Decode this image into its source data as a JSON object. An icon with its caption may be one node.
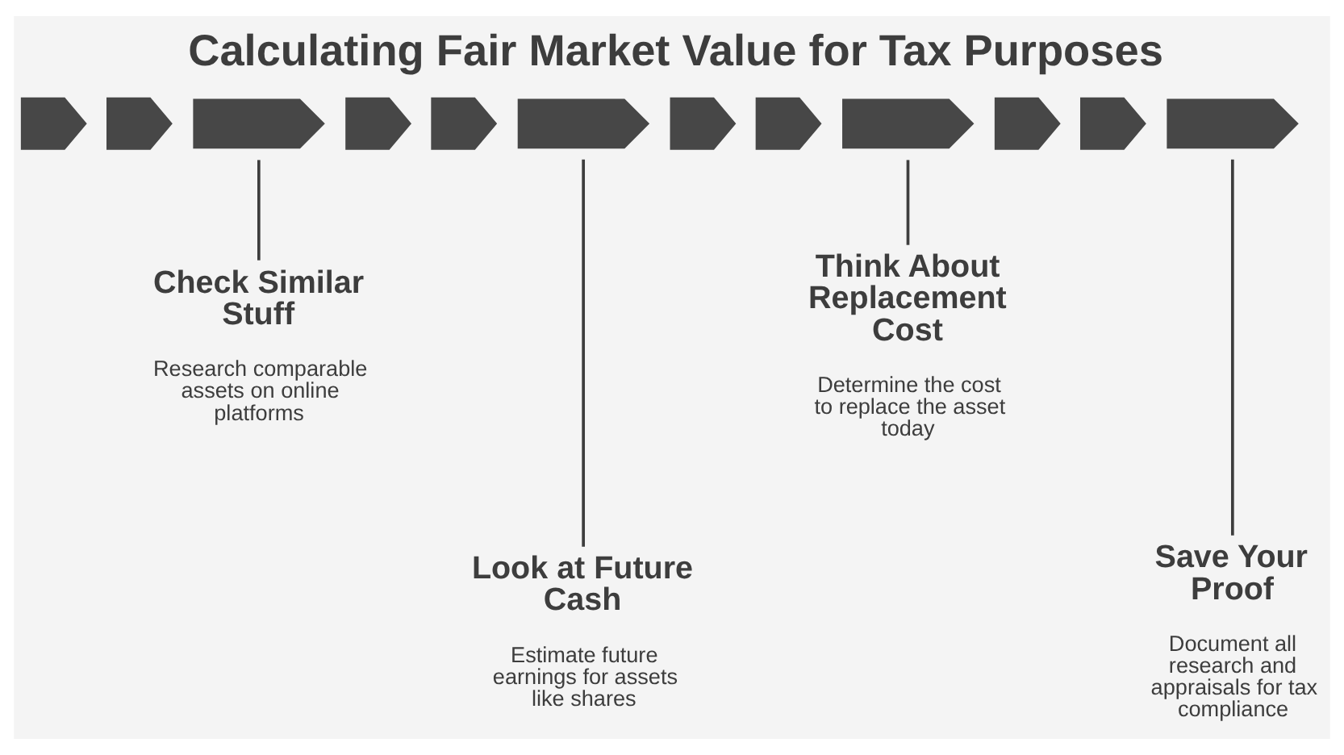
{
  "diagram": {
    "title": "Calculating Fair Market Value for Tax Purposes",
    "nodes": [
      {
        "text": [],
        "shape": "chevron"
      },
      {
        "text": [],
        "shape": "chevron"
      },
      {
        "text": [],
        "shape": "chevron"
      },
      {
        "text": [],
        "shape": "chevron"
      },
      {
        "text": [],
        "shape": "chevron"
      },
      {
        "text": [],
        "shape": "chevron"
      },
      {
        "text": [],
        "shape": "chevron"
      },
      {
        "text": [],
        "shape": "chevron"
      },
      {
        "text": [],
        "shape": "chevron"
      },
      {
        "text": [],
        "shape": "chevron"
      },
      {
        "text": [],
        "shape": "chevron"
      },
      {
        "text": [],
        "shape": "chevron"
      },
      {
        "text": [
          "Check Similar Stuff",
          "Research comparable assets on online platforms"
        ]
      },
      {
        "text": [
          "Look at Future Cash",
          "Estimate future earnings for assets like shares"
        ]
      },
      {
        "text": [
          "Think About Replacement Cost",
          "Determine the cost to replace the asset today"
        ]
      },
      {
        "text": [
          "Save Your Proof",
          "Document all research and appraisals for tax compliance"
        ]
      }
    ],
    "edges": [
      {
        "from": 2,
        "to": 12,
        "arrow": "none"
      },
      {
        "from": 5,
        "to": 13,
        "arrow": "none"
      },
      {
        "from": 8,
        "to": 14,
        "arrow": "none"
      },
      {
        "from": 11,
        "to": 15,
        "arrow": "none"
      }
    ]
  }
}
